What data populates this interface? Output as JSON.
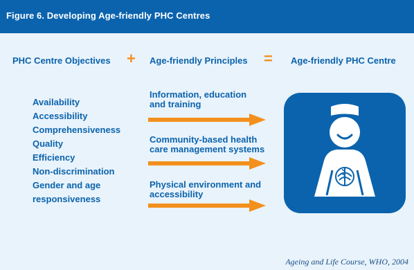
{
  "figure": {
    "title": "Figure 6.  Developing Age-friendly PHC Centres",
    "source": "Ageing and Life Course, WHO, 2004"
  },
  "equation": {
    "left": "PHC Centre Objectives",
    "plus": "+",
    "middle": "Age-friendly Principles",
    "equals": "=",
    "right": "Age-friendly PHC Centre"
  },
  "objectives": [
    "Availability",
    "Accessibility",
    "Comprehensiveness",
    "Quality",
    "Efficiency",
    "Non-discrimination",
    "Gender and age",
    "responsiveness"
  ],
  "principles": [
    {
      "line1": "Information, education",
      "line2": "and training"
    },
    {
      "line1": "Community-based health",
      "line2": "care management systems"
    },
    {
      "line1": "Physical environment and",
      "line2": "accessibility"
    }
  ],
  "icon": {
    "name": "age-friendly-health-worker-icon",
    "emblem": "who-emblem-icon"
  },
  "colors": {
    "header": "#0b63ad",
    "text": "#0b63ad",
    "accent": "#f3901d",
    "background": "#e9f3fb"
  }
}
